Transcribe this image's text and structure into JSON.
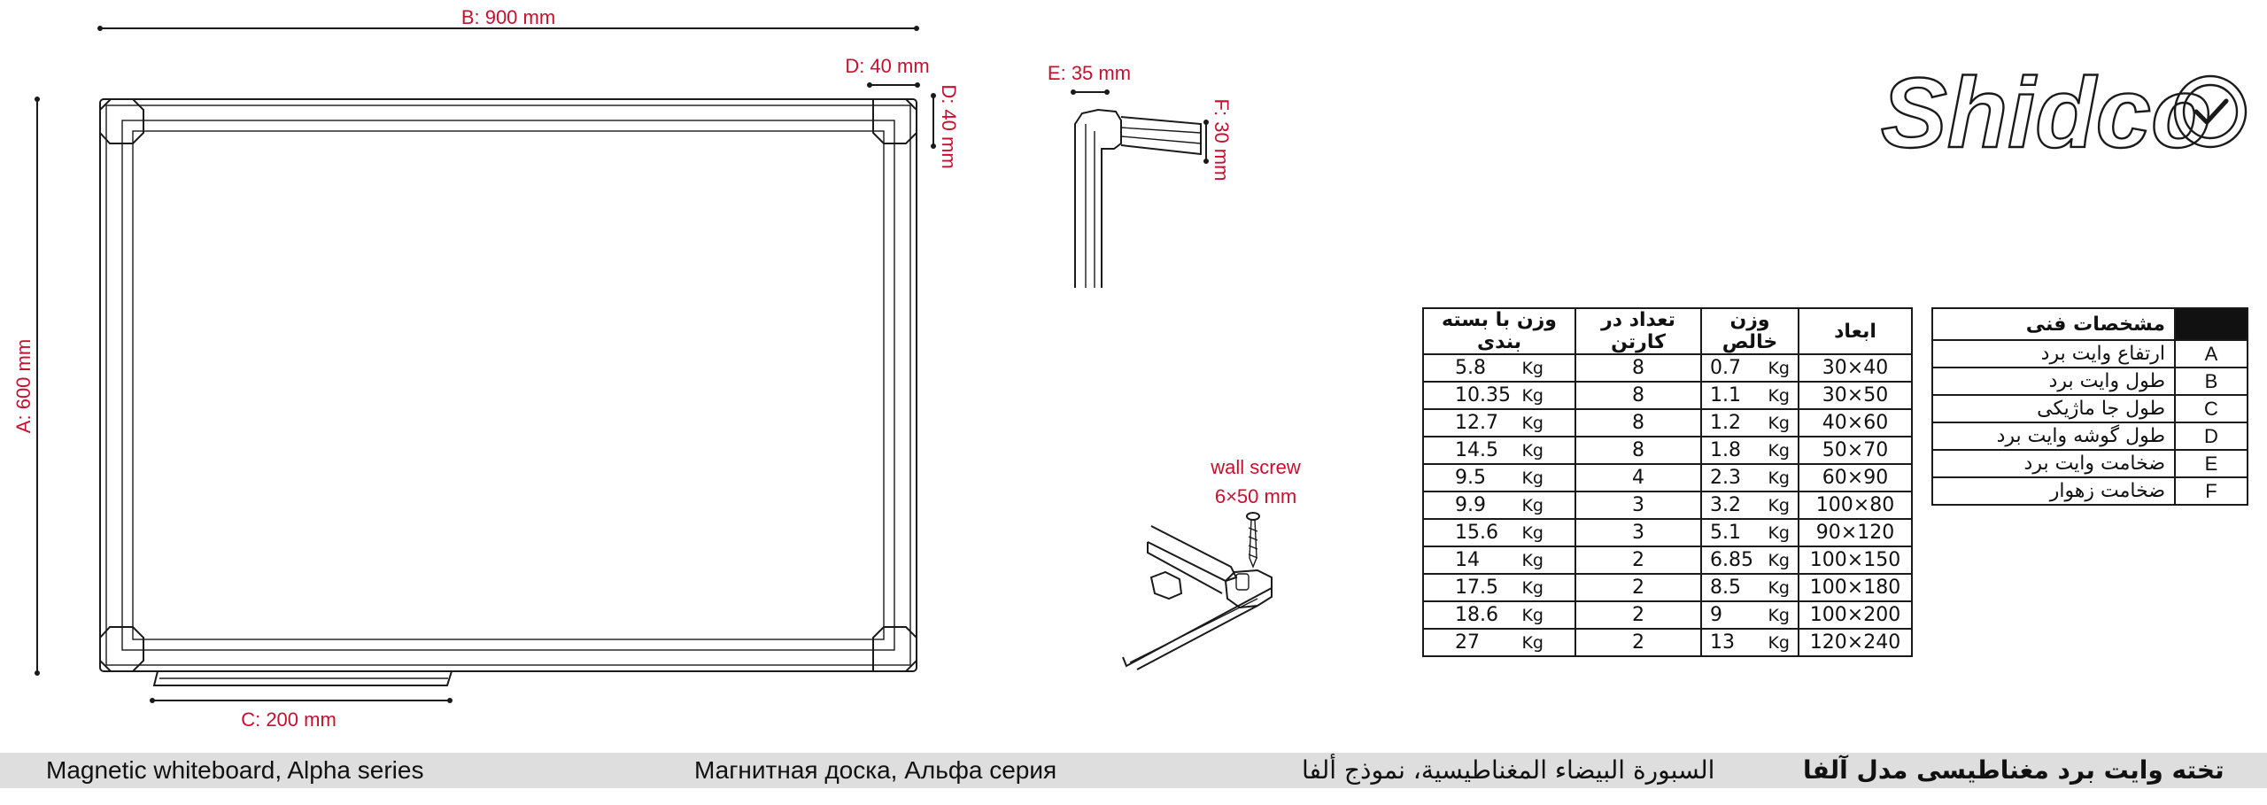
{
  "brand": {
    "name": "Shidco"
  },
  "dimensions": {
    "A": "A: 600 mm",
    "B": "B: 900 mm",
    "C": "C: 200 mm",
    "D_horizontal": "D: 40 mm",
    "D_vertical": "D: 40 mm",
    "E": "E: 35 mm",
    "F": "F: 30 mm",
    "wall_screw_line1": "wall screw",
    "wall_screw_line2": "6×50 mm"
  },
  "weights_table": {
    "headers": [
      "وزن با بسته بندی",
      "تعداد در کارتن",
      "وزن خالص",
      "ابعاد"
    ],
    "unit": "Kg",
    "rows": [
      {
        "gross": "5.8",
        "count": "8",
        "net": "0.7",
        "size": "30×40"
      },
      {
        "gross": "10.35",
        "count": "8",
        "net": "1.1",
        "size": "30×50"
      },
      {
        "gross": "12.7",
        "count": "8",
        "net": "1.2",
        "size": "40×60"
      },
      {
        "gross": "14.5",
        "count": "8",
        "net": "1.8",
        "size": "50×70"
      },
      {
        "gross": "9.5",
        "count": "4",
        "net": "2.3",
        "size": "60×90"
      },
      {
        "gross": "9.9",
        "count": "3",
        "net": "3.2",
        "size": "100×80"
      },
      {
        "gross": "15.6",
        "count": "3",
        "net": "5.1",
        "size": "90×120"
      },
      {
        "gross": "14",
        "count": "2",
        "net": "6.85",
        "size": "100×150"
      },
      {
        "gross": "17.5",
        "count": "2",
        "net": "8.5",
        "size": "100×180"
      },
      {
        "gross": "18.6",
        "count": "2",
        "net": "9",
        "size": "100×200"
      },
      {
        "gross": "27",
        "count": "2",
        "net": "13",
        "size": "120×240"
      }
    ]
  },
  "spec_table": {
    "header": "مشخصات فنی",
    "rows": [
      {
        "letter": "A",
        "desc": "ارتفاع وایت برد"
      },
      {
        "letter": "B",
        "desc": "طول وایت برد"
      },
      {
        "letter": "C",
        "desc": "طول جا ماژیکی"
      },
      {
        "letter": "D",
        "desc": "طول گوشه وایت برد"
      },
      {
        "letter": "E",
        "desc": "ضخامت وایت برد"
      },
      {
        "letter": "F",
        "desc": "ضخامت زهوار"
      }
    ]
  },
  "footer": {
    "english": "Magnetic whiteboard, Alpha series",
    "russian": "Магнитная доска, Альфа серия",
    "arabic": "السبورة البيضاء المغناطيسية، نموذج ألفا",
    "persian": "تخته وایت برد مغناطیسی مدل آلفا"
  }
}
